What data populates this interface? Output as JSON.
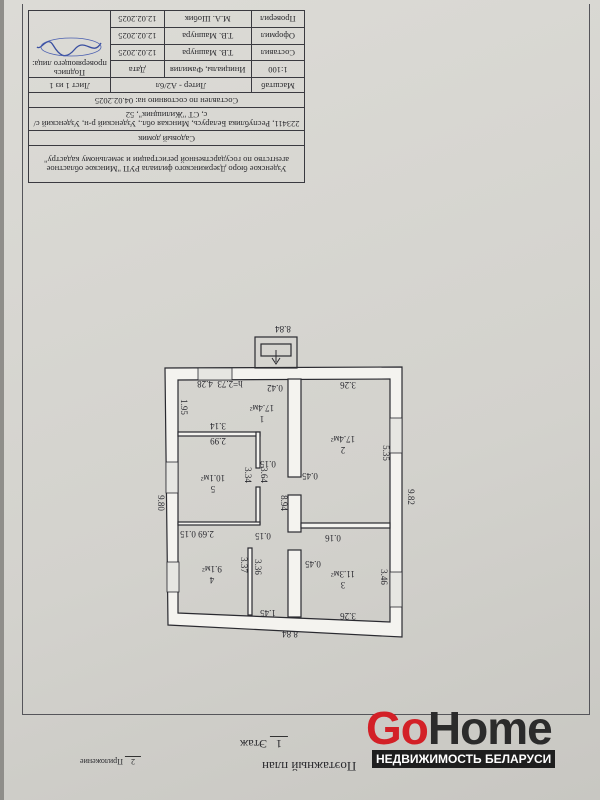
{
  "title_block": {
    "org": "Узденское бюро Дзержинского филиала РУП \"Минское областное агентство по государственной регистрации и земельному кадастру\"",
    "object": "Садовый домик",
    "address": "223411, Республика Беларусь, Минская обл., Узденский р-н, Узденский с/с, СТ \"Жилищник\", 52",
    "as_of": "Составлен по состоянию на: 04.02.2025",
    "scale_label": "Масштаб",
    "scale": "1:100",
    "liter": "Литер - А2/6л",
    "sheet": "Лист 1 из 1",
    "col_names": "Инициалы, Фамилия",
    "col_date": "Дата",
    "col_sign": "Подпись проверяющего лица:",
    "rows": [
      {
        "role": "Составил",
        "name": "Т.В. Машнура",
        "date": "12.02.2025"
      },
      {
        "role": "Оформил",
        "name": "Т.В. Машнура",
        "date": "12.02.2025"
      },
      {
        "role": "Проверил",
        "name": "М.А. Шобик",
        "date": "12.02.2025"
      }
    ]
  },
  "plan": {
    "dims": {
      "top": "8.84",
      "bottom": "8.84",
      "left": "9.80",
      "right": "9.82",
      "corridor": "8.94",
      "r1_w": "4.28",
      "r1_h": "h=2.73",
      "door_entry": "0.42",
      "r2_top": "3.26",
      "r1_side": "1.95",
      "r5_top_out": "3.14",
      "r5_top": "2.99",
      "r2_side": "5.35",
      "d15a": "0.15",
      "r5_side_a": "3.64",
      "r5_side_b": "3.34",
      "d45a": "0.45",
      "r4_top": "2.69",
      "d15b": "0.15",
      "d15c": "0.15",
      "d16": "0.16",
      "d45b": "0.45",
      "r4_side_a": "3.37",
      "r4_side_b": "3.36",
      "r3_side": "3.46",
      "corr_bottom": "1.45",
      "r3_bottom": "3.26"
    },
    "rooms": [
      {
        "num": "1",
        "area": "17.4м²"
      },
      {
        "num": "2",
        "area": "17.4м²"
      },
      {
        "num": "3",
        "area": "11.3м²"
      },
      {
        "num": "4",
        "area": "9.1м²"
      },
      {
        "num": "5",
        "area": "10.1м²"
      }
    ]
  },
  "footer": {
    "title": "Поэтажный план",
    "floor_label": "Этаж",
    "floor": "1",
    "appendix_label": "Приложение",
    "appendix": "2"
  },
  "watermark": {
    "brand_go": "Go",
    "brand_home": "Home",
    "tagline": "НЕДВИЖИМОСТЬ БЕЛАРУСИ"
  }
}
